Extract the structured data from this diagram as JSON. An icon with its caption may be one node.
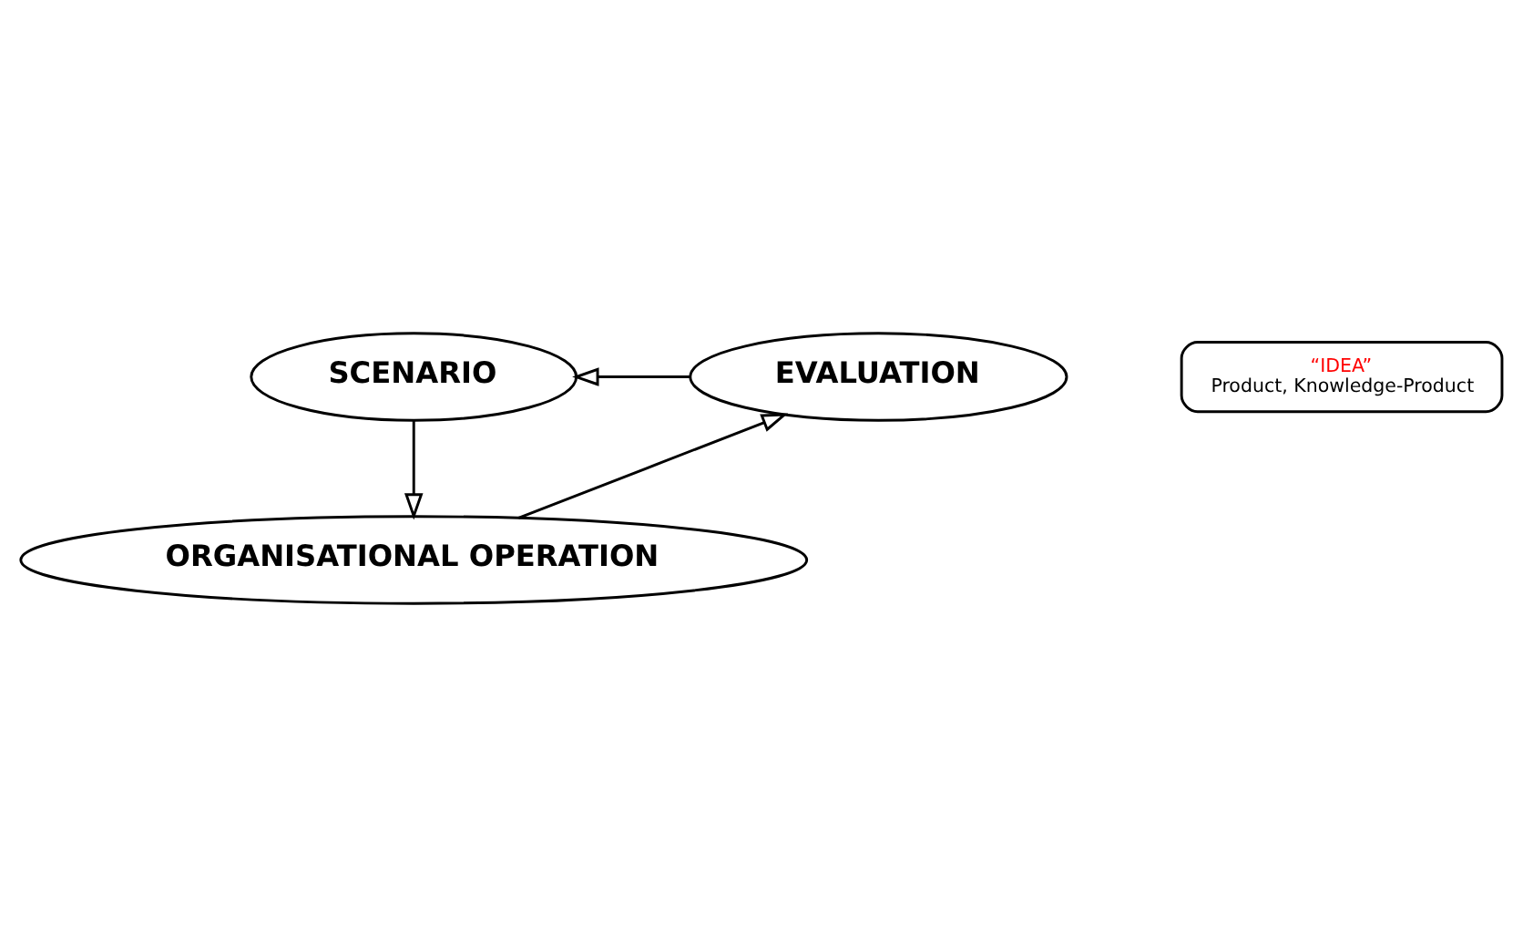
{
  "diagram": {
    "nodes": [
      {
        "text": [
          "SCENARIO"
        ]
      },
      {
        "text": [
          "EVALUATION"
        ]
      },
      {
        "text": [
          "“IDEA”",
          "Product, Knowledge-Product"
        ]
      },
      {
        "text": [
          "ORGANISATIONAL OPERATION"
        ]
      }
    ],
    "edges": [
      {
        "from": 1,
        "to": 0,
        "arrow": "to"
      },
      {
        "from": 0,
        "to": 3,
        "arrow": "to"
      },
      {
        "from": 3,
        "to": 1,
        "arrow": "to"
      }
    ]
  }
}
